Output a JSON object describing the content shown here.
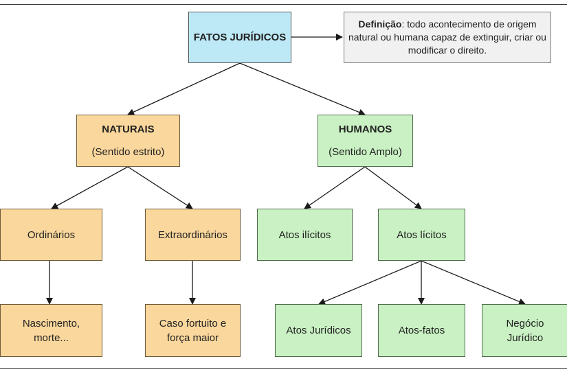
{
  "root": {
    "label": "FATOS JURÍDICOS"
  },
  "definition": {
    "term": "Definição",
    "text": ": todo acontecimento de origem natural ou humana capaz de extinguir, criar ou modificar o direito."
  },
  "naturais": {
    "label": "NATURAIS",
    "sub": "(Sentido estrito)"
  },
  "humanos": {
    "label": "HUMANOS",
    "sub": "(Sentido Amplo)"
  },
  "ordinarios": {
    "label": "Ordinários"
  },
  "extraordinarios": {
    "label": "Extraordinários"
  },
  "atos_ilicitos": {
    "label": "Atos ilícitos"
  },
  "atos_licitos": {
    "label": "Atos lícitos"
  },
  "nascimento": {
    "label": "Nascimento,\nmorte..."
  },
  "caso_fortuito": {
    "label": "Caso fortuito e\nforça maior"
  },
  "atos_juridicos": {
    "label": "Atos Jurídicos"
  },
  "atos_fatos": {
    "label": "Atos-fatos"
  },
  "negocio_juridico": {
    "label": "Negócio\nJurídico"
  },
  "colors": {
    "root_fill": "#bde8f5",
    "natural_fill": "#fad79c",
    "human_fill": "#c9f1c3",
    "definition_fill": "#f1f1f1"
  }
}
